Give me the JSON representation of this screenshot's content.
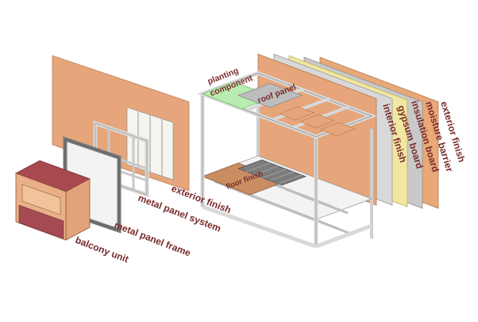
{
  "labels": {
    "exterior_finish_left": "exterior finish",
    "metal_panel_system": "metal panel system",
    "metal_panel_frame": "metal panel frame",
    "balcony_unit": "balcony unit",
    "planting_component": "planting component",
    "roof_panel": "roof panel",
    "floor_finish": "floor finish",
    "interior_finish": "interior finish",
    "gypsum_board": "gypsum board",
    "insulation_board": "insulation board",
    "moisture_barrier": "moisture barrier",
    "exterior_finish_right": "exterior finish"
  },
  "colors": {
    "label_text": "#7a2b2b",
    "panel_peach": "#e8a877",
    "insulation_yellow": "#f2e7a0",
    "moisture_grey": "#c9c9c9",
    "planting_green": "#b9ecb0",
    "balcony_red": "#a54a52",
    "floor_wood": "#c98d62"
  }
}
